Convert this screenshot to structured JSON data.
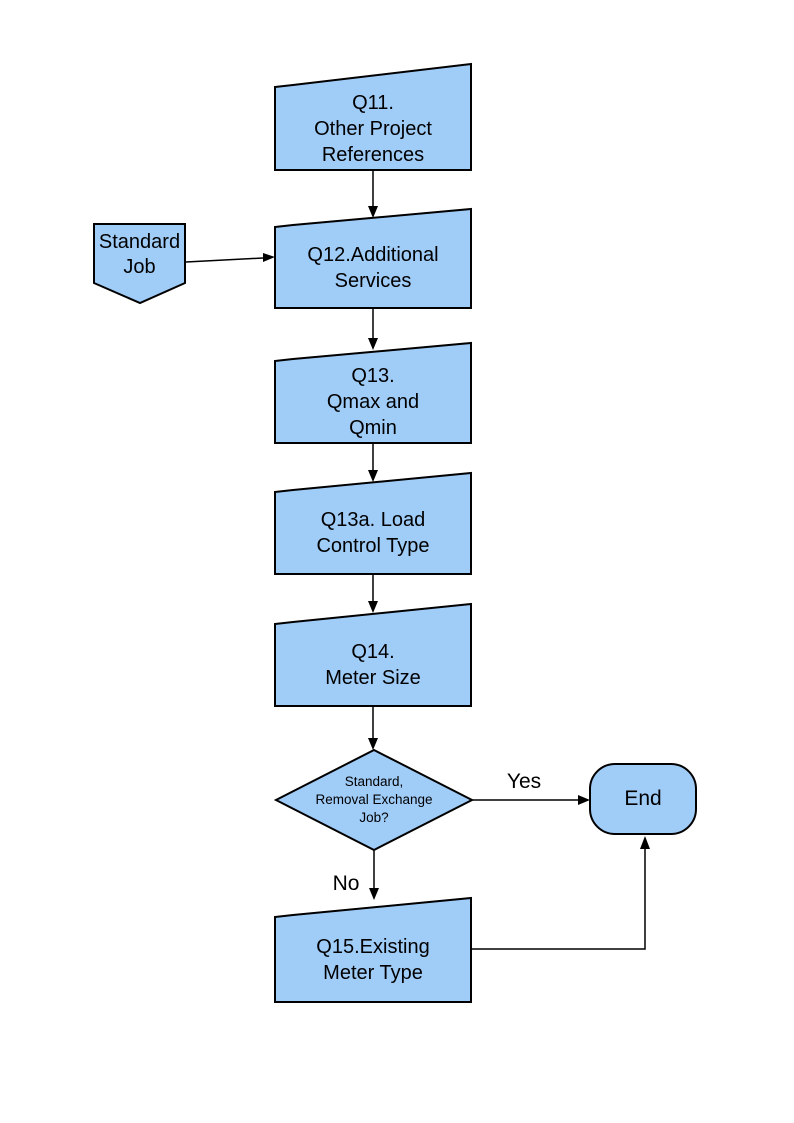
{
  "palette": {
    "node_fill": "#A0CCF8",
    "node_stroke": "#000000",
    "connector": "#000000",
    "text_color": "#000000",
    "background": "#FFFFFF"
  },
  "nodes": {
    "q11": {
      "lines": [
        "Q11.",
        "Other Project",
        "References"
      ]
    },
    "standard_job": {
      "lines": [
        "Standard",
        "Job"
      ]
    },
    "q12": {
      "lines": [
        "Q12.Additional",
        "Services"
      ]
    },
    "q13": {
      "lines": [
        "Q13.",
        "Qmax and",
        "Qmin"
      ]
    },
    "q13a": {
      "lines": [
        "Q13a. Load",
        "Control Type"
      ]
    },
    "q14": {
      "lines": [
        "Q14.",
        "Meter Size"
      ]
    },
    "decision": {
      "lines": [
        "Standard,",
        "Removal Exchange",
        "Job?"
      ]
    },
    "end_node": {
      "label": "End"
    },
    "q15": {
      "lines": [
        "Q15.Existing",
        "Meter Type"
      ]
    }
  },
  "edge_labels": {
    "yes": "Yes",
    "no": "No"
  }
}
